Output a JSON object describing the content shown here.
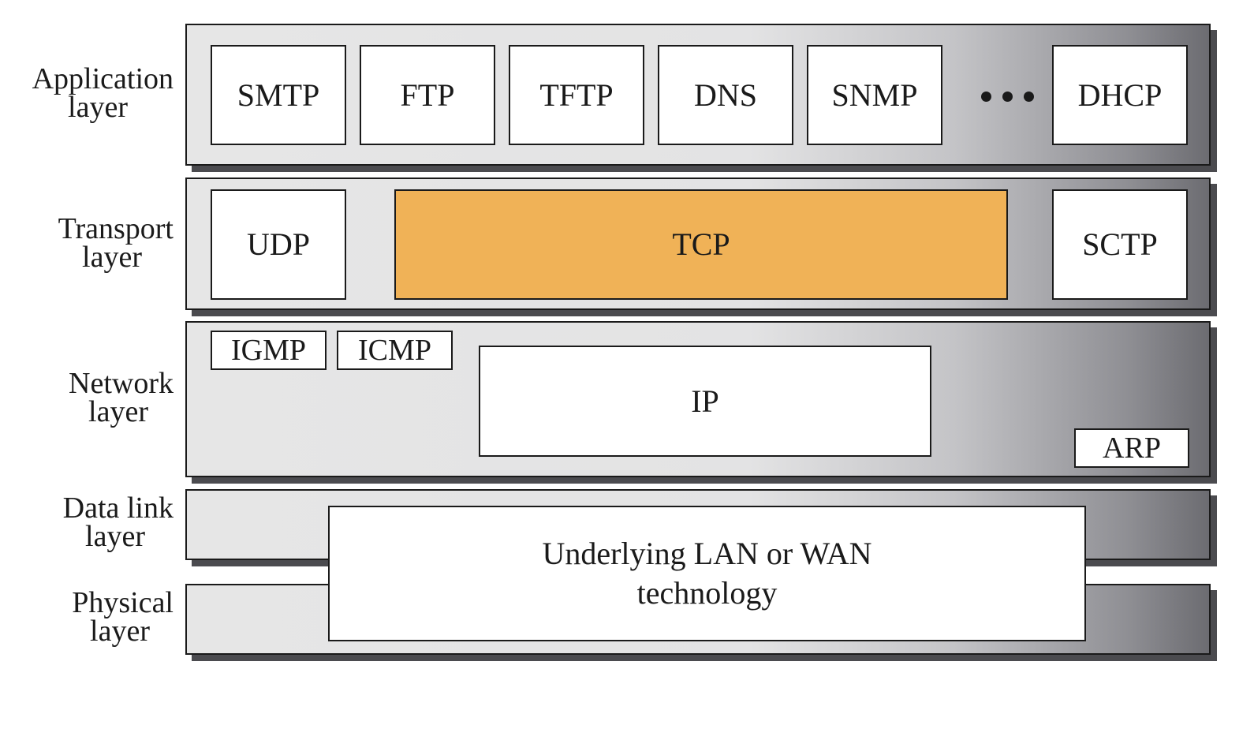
{
  "layers": {
    "application": {
      "line1": "Application",
      "line2": "layer"
    },
    "transport": {
      "line1": "Transport",
      "line2": "layer"
    },
    "network": {
      "line1": "Network",
      "line2": "layer"
    },
    "datalink": {
      "line1": "Data link",
      "line2": "layer"
    },
    "physical": {
      "line1": "Physical",
      "line2": "layer"
    }
  },
  "protocols": {
    "application": [
      "SMTP",
      "FTP",
      "TFTP",
      "DNS",
      "SNMP",
      "DHCP"
    ],
    "transport": {
      "udp": "UDP",
      "tcp": "TCP",
      "sctp": "SCTP"
    },
    "network": {
      "igmp": "IGMP",
      "icmp": "ICMP",
      "ip": "IP",
      "arp": "ARP"
    },
    "underlying": {
      "line1": "Underlying LAN or WAN",
      "line2": "technology"
    }
  },
  "colors": {
    "tcp_fill": "#f0b257",
    "band_dark": "#6c6c71",
    "band_light": "#e6e6e6"
  }
}
